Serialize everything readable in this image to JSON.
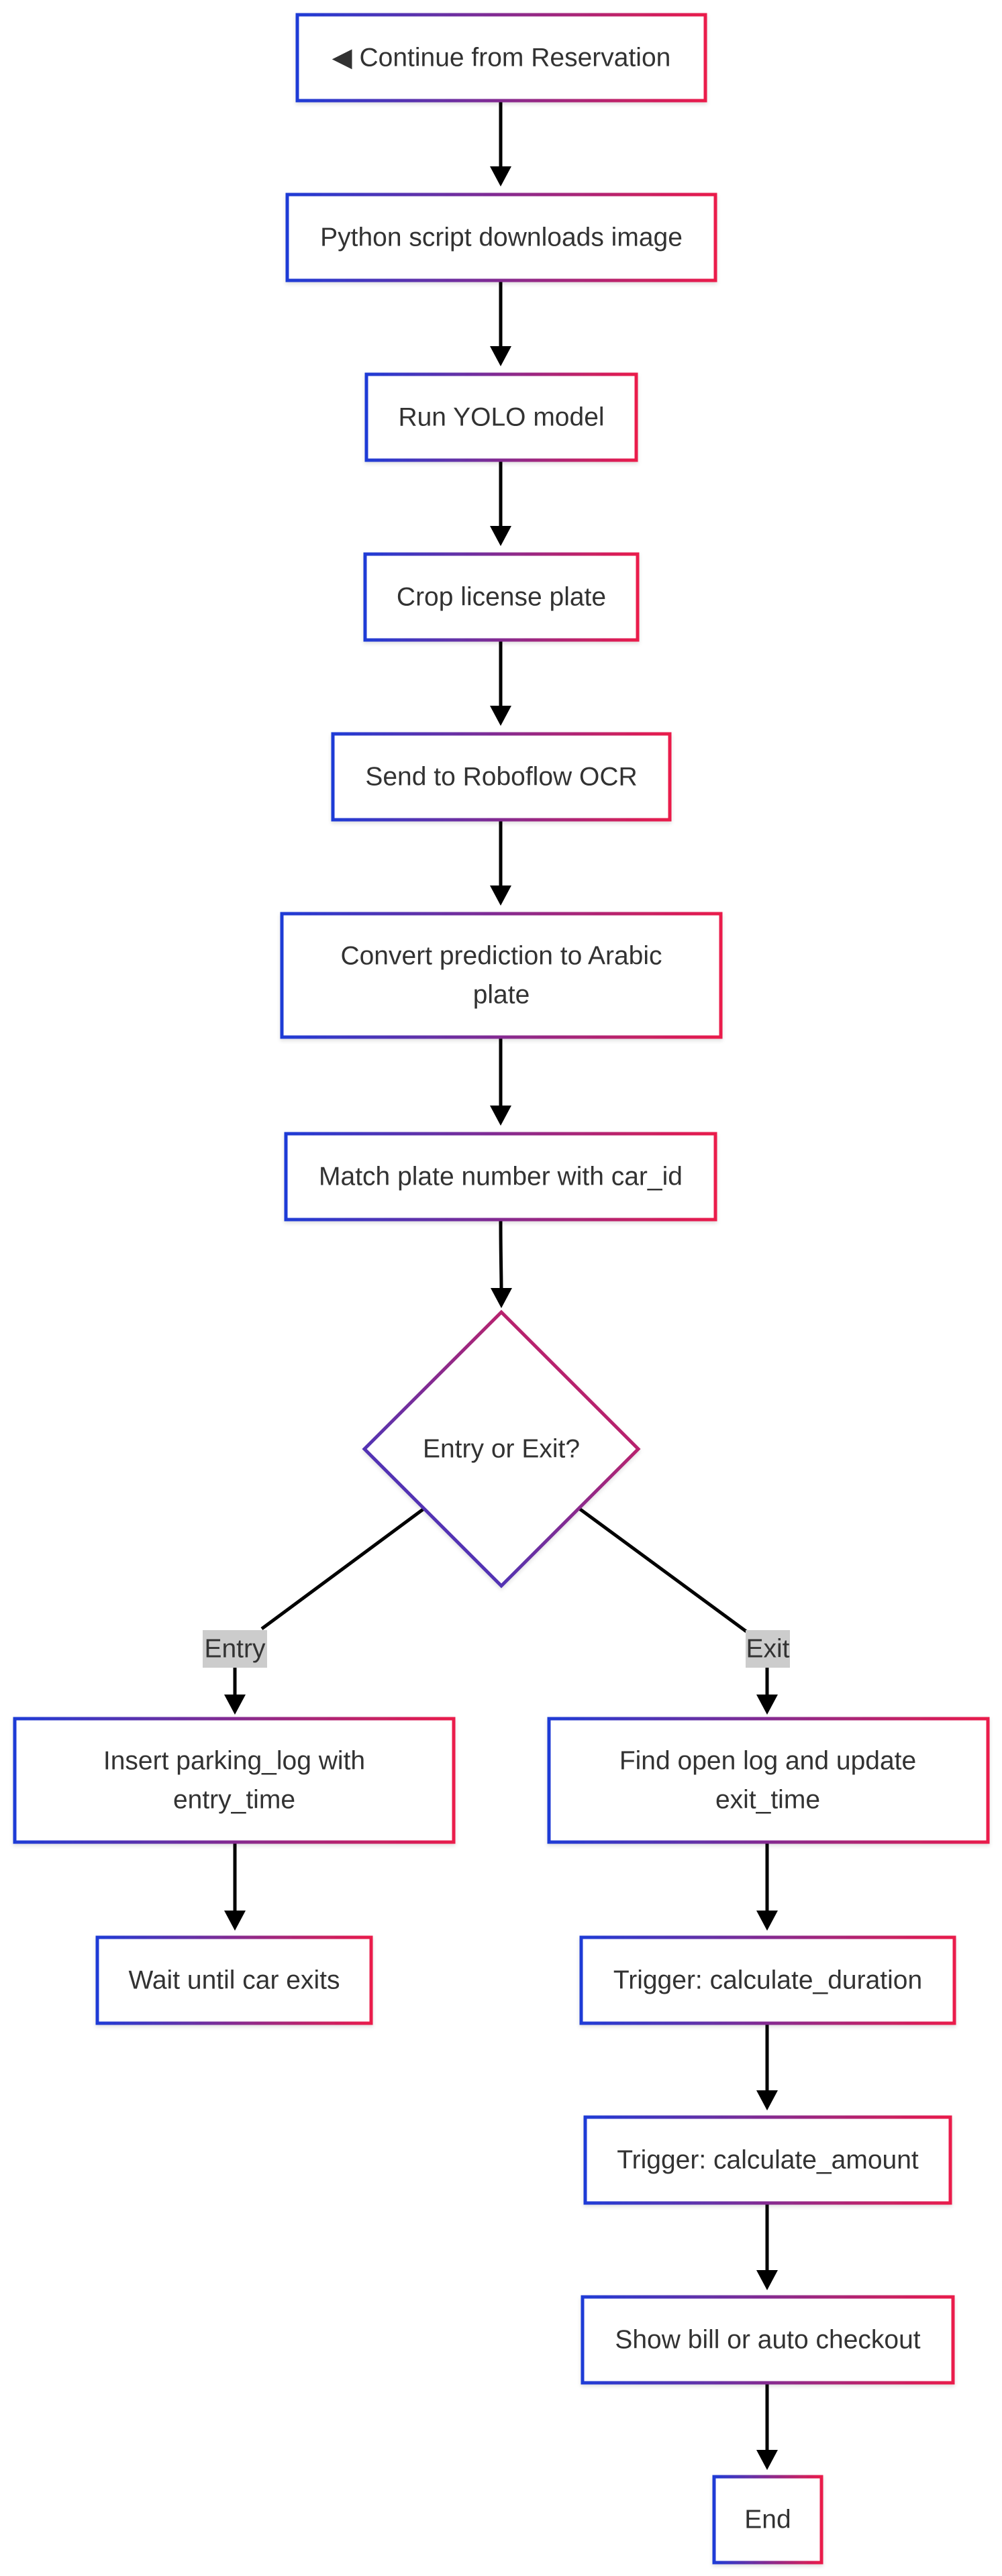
{
  "diagram": {
    "type": "flowchart",
    "colors": {
      "border_start": "#1f3bd6",
      "border_end": "#ea1b4b",
      "edge": "#000000",
      "text": "#333333",
      "label_bg": "#cccccc"
    },
    "nodes": {
      "continue": {
        "label": "◀ Continue from Reservation"
      },
      "download": {
        "label": "Python script downloads image"
      },
      "yolo": {
        "label": "Run YOLO model"
      },
      "crop": {
        "label": "Crop license plate"
      },
      "ocr": {
        "label": "Send to Roboflow OCR"
      },
      "convert": {
        "label_lines": [
          "Convert prediction to Arabic",
          "plate"
        ]
      },
      "match": {
        "label": "Match plate number with car_id"
      },
      "decision": {
        "label": "Entry or Exit?"
      },
      "insert": {
        "label_lines": [
          "Insert parking_log with",
          "entry_time"
        ]
      },
      "wait": {
        "label": "Wait until car exits"
      },
      "findlog": {
        "label_lines": [
          "Find open log and update",
          "exit_time"
        ]
      },
      "duration": {
        "label": "Trigger: calculate_duration"
      },
      "amount": {
        "label": "Trigger: calculate_amount"
      },
      "bill": {
        "label": "Show bill or auto checkout"
      },
      "end": {
        "label": "End"
      }
    },
    "edge_labels": {
      "entry": "Entry",
      "exit": "Exit"
    }
  }
}
